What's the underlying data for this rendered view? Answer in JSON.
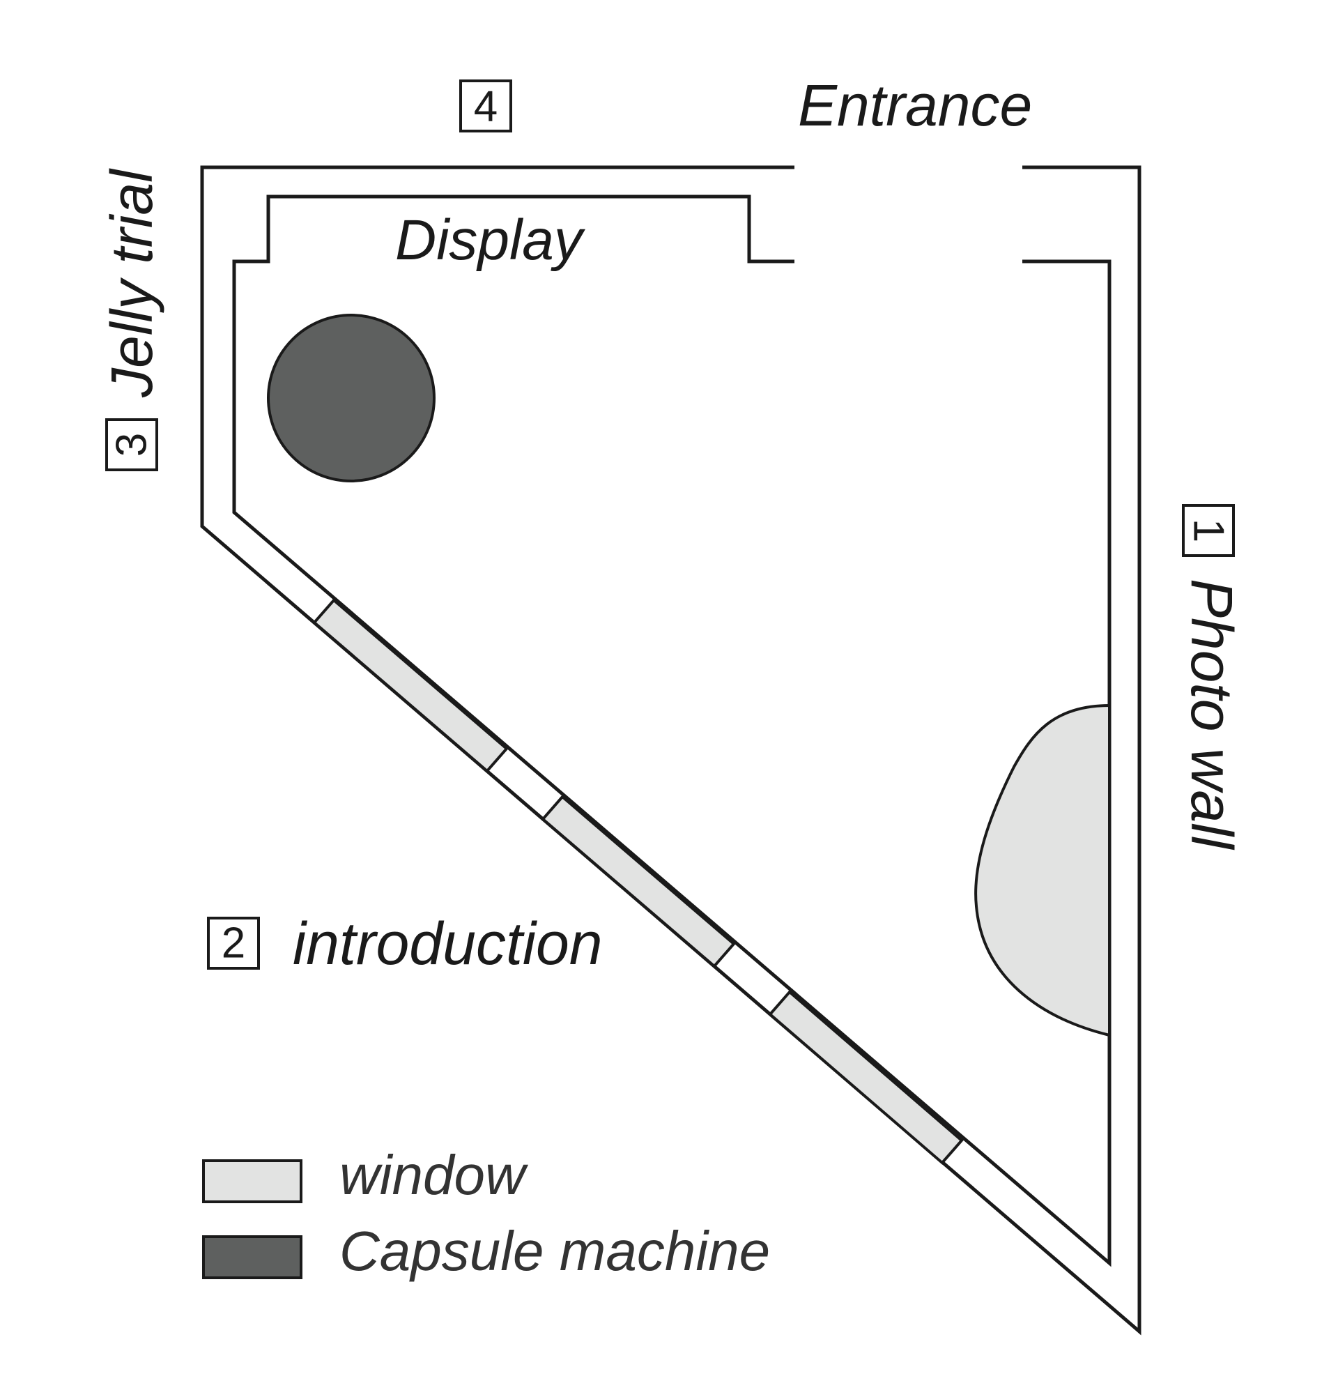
{
  "labels": {
    "entrance": "Entrance",
    "display": "Display",
    "jelly_trial": "Jelly trial",
    "photo_wall": "Photo wall",
    "introduction": "introduction"
  },
  "markers": {
    "photo_wall": "1",
    "introduction": "2",
    "jelly_trial": "3",
    "display": "4"
  },
  "legend": {
    "window": {
      "label": "window",
      "color": "#e2e3e2"
    },
    "capsule_machine": {
      "label": "Capsule machine",
      "color": "#5e605f"
    }
  },
  "colors": {
    "wall": "#1a1a1a",
    "window_fill": "#e2e3e2",
    "capsule_fill": "#5e605f",
    "photo_wall_fill": "#e2e3e2"
  }
}
